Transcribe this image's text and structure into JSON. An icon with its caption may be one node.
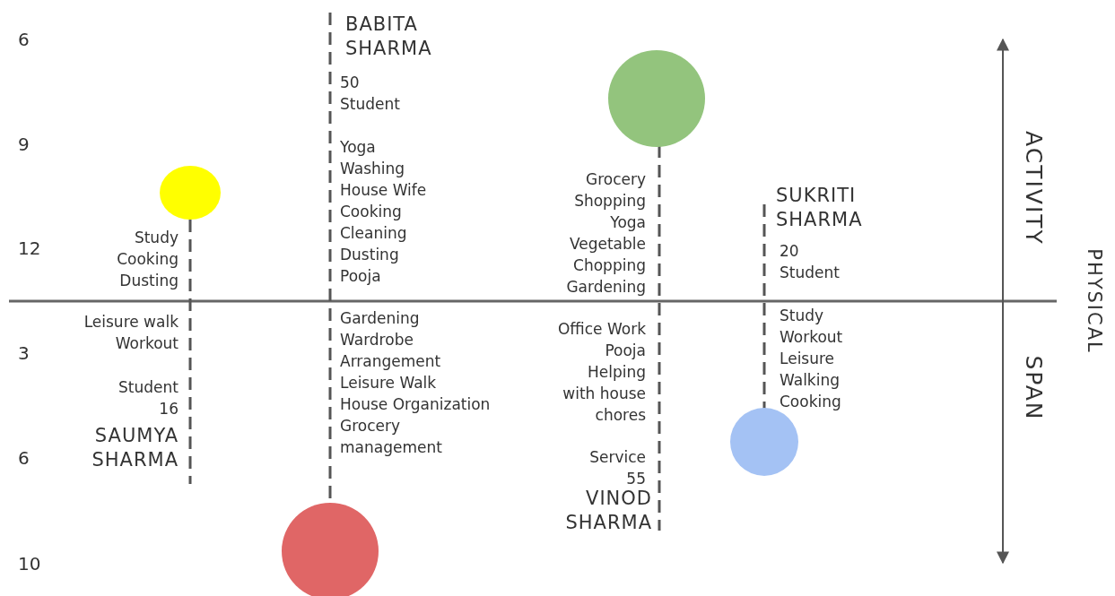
{
  "diagram": {
    "nodes": [
      {
        "text": [],
        "shape": "circle",
        "beside": [
          "Study",
          "Cooking",
          "Dusting",
          "Leisure walk",
          "Workout",
          "Student",
          "16",
          "SAUMYA SHARMA"
        ]
      },
      {
        "text": [],
        "shape": "circle",
        "beside": [
          "BABITA SHARMA",
          "50",
          "Student",
          "Yoga",
          "Washing",
          "House Wife",
          "Cooking",
          "Cleaning",
          "Dusting",
          "Pooja",
          "Gardening",
          "Wardrobe Arrangement",
          "Leisure Walk",
          "House Organization",
          "Grocery management"
        ]
      },
      {
        "text": [],
        "shape": "circle",
        "beside": [
          "Grocery Shopping",
          "Yoga",
          "Vegetable Chopping",
          "Gardening",
          "Office Work",
          "Pooja",
          "Helping with house chores",
          "Service",
          "55",
          "VINOD SHARMA"
        ]
      },
      {
        "text": [],
        "shape": "circle",
        "beside": [
          "SUKRITI SHARMA",
          "20",
          "Student",
          "Study",
          "Workout",
          "Leisure",
          "Walking",
          "Cooking"
        ]
      }
    ],
    "labels": [
      "6",
      "9",
      "12",
      "3",
      "6",
      "10",
      "ACTIVITY",
      "SPAN",
      "PHYSICAL"
    ]
  }
}
